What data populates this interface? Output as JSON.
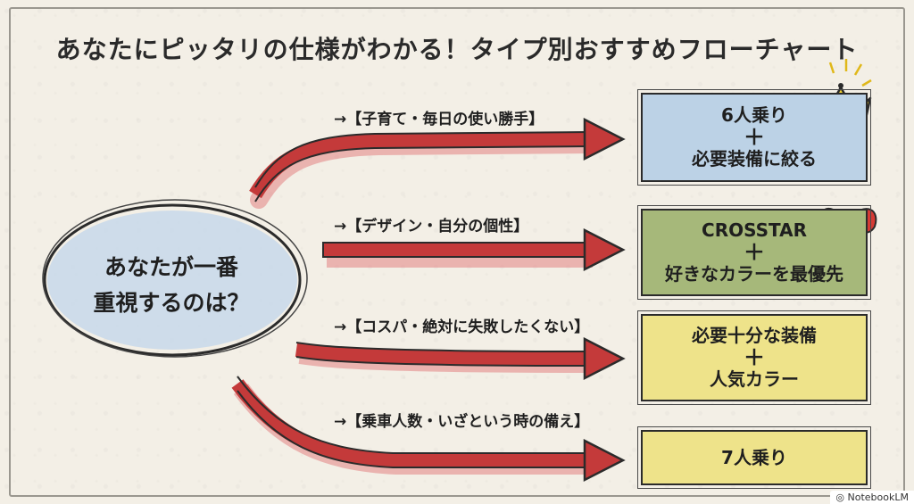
{
  "title": "あなたにピッタリの仕様がわかる！タイプ別おすすめフローチャート",
  "center": {
    "line1": "あなたが一番",
    "line2": "重視するのは？"
  },
  "branches": [
    {
      "label": "→【子育て・毎日の使い勝手】",
      "result": [
        "6人乗り",
        "＋",
        "必要装備に絞る"
      ],
      "result_color": "#bcd2e6",
      "icon": "crown-icon"
    },
    {
      "label": "→【デザイン・自分の個性】",
      "result": [
        "CROSSTAR",
        "＋",
        "好きなカラーを最優先"
      ],
      "result_color": "#a6b87a",
      "icon": "ribbon-bow-icon"
    },
    {
      "label": "→【コスパ・絶対に失敗したくない】",
      "result": [
        "必要十分な装備",
        "＋",
        "人気カラー"
      ],
      "result_color": "#eee38a"
    },
    {
      "label": "→【乗車人数・いざという時の備え】",
      "result": [
        "7人乗り"
      ],
      "result_color": "#eee38a"
    }
  ],
  "watermark": "NotebookLM",
  "colors": {
    "arrow": "#c43a3a",
    "arrow_shadow": "#e58a8a",
    "ellipse_fill": "#c7d8ea",
    "ink": "#1f1f1f"
  }
}
